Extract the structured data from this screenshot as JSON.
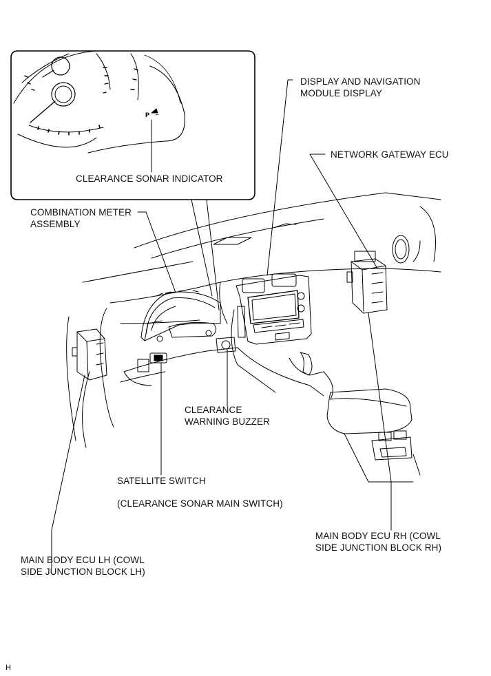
{
  "labels": {
    "display_nav": [
      "DISPLAY AND NAVIGATION",
      "MODULE DISPLAY"
    ],
    "network_gateway": "NETWORK GATEWAY ECU",
    "sonar_indicator": "CLEARANCE SONAR INDICATOR",
    "combination_meter": [
      "COMBINATION METER",
      "ASSEMBLY"
    ],
    "warning_buzzer": [
      "CLEARANCE",
      "WARNING BUZZER"
    ],
    "satellite_switch": "SATELLITE SWITCH",
    "sonar_main_switch": "(CLEARANCE SONAR MAIN SWITCH)",
    "ecu_rh": [
      "MAIN BODY ECU RH (COWL",
      "SIDE JUNCTION BLOCK RH)"
    ],
    "ecu_lh": [
      "MAIN BODY ECU LH (COWL",
      "SIDE JUNCTION BLOCK LH)"
    ],
    "corner_mark": "H",
    "indicator_glyph": "P"
  }
}
